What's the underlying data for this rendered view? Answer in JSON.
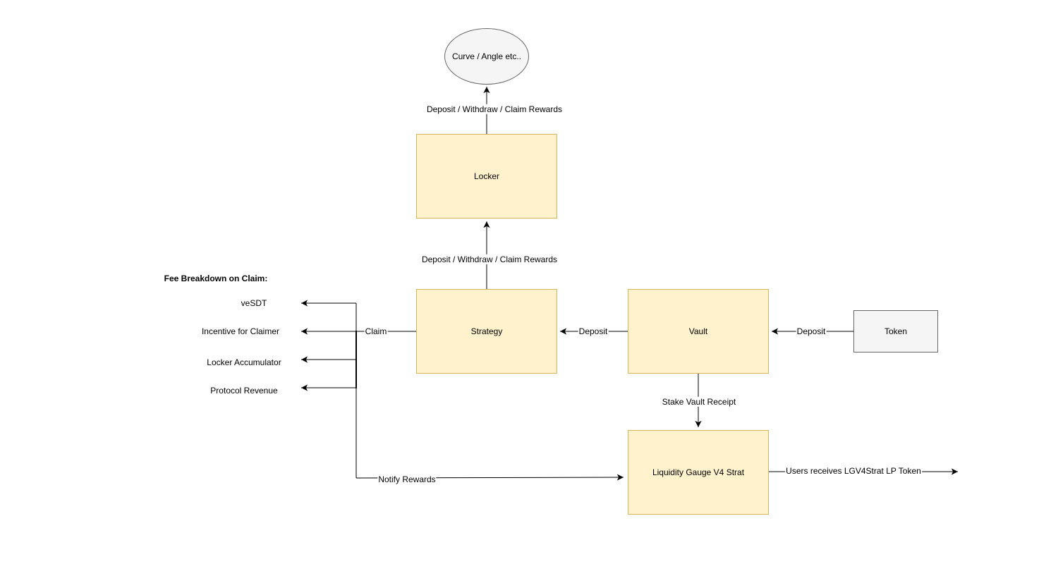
{
  "diagram": {
    "colors": {
      "node_fill": "#fff2cc",
      "node_stroke": "#d6b656",
      "neutral_fill": "#f5f5f5",
      "neutral_stroke": "#666666",
      "line": "#000000"
    },
    "nodes": {
      "external": {
        "label": "Curve / Angle etc..",
        "shape": "ellipse"
      },
      "locker": {
        "label": "Locker",
        "shape": "rect"
      },
      "strategy": {
        "label": "Strategy",
        "shape": "rect"
      },
      "vault": {
        "label": "Vault",
        "shape": "rect"
      },
      "token": {
        "label": "Token",
        "shape": "rect"
      },
      "gauge": {
        "label": "Liquidity Gauge V4 Strat",
        "shape": "rect"
      }
    },
    "edge_labels": {
      "locker_to_external": "Deposit / Withdraw / Claim Rewards",
      "strategy_to_locker": "Deposit / Withdraw / Claim Rewards",
      "vault_to_strategy": "Deposit",
      "token_to_vault": "Deposit",
      "vault_to_gauge": "Stake Vault Receipt",
      "strategy_claim": "Claim",
      "gauge_notify": "Notify Rewards",
      "gauge_to_users": "Users receives LGV4Strat LP Token"
    },
    "fee_breakdown": {
      "title": "Fee Breakdown on Claim:",
      "items": [
        "veSDT",
        "Incentive for Claimer",
        "Locker Accumulator",
        "Protocol Revenue"
      ]
    }
  }
}
